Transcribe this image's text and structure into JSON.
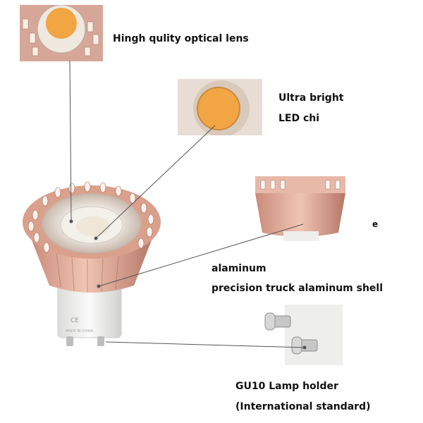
{
  "labels": {
    "lens": "Hingh qulity optical lens",
    "chip_line1": "Ultra bright",
    "chip_line2": "LED chi",
    "cut_fragment": "e",
    "shell_line1": "alaminum",
    "shell_line2": "precision truck alaminum shell",
    "holder_line1": "GU10 Lamp holder",
    "holder_line2": "(International standard)"
  },
  "bulb_text": {
    "ce_mark": "CE",
    "made_in": "MADE IN CHINA"
  },
  "colors": {
    "rose_gold": "#d9a08c",
    "rose_gold_dark": "#b57766",
    "led_amber": "#f2a543",
    "porcelain": "#eeeeec",
    "pin_metal": "#c7c7c7",
    "leader_line": "#555555"
  }
}
